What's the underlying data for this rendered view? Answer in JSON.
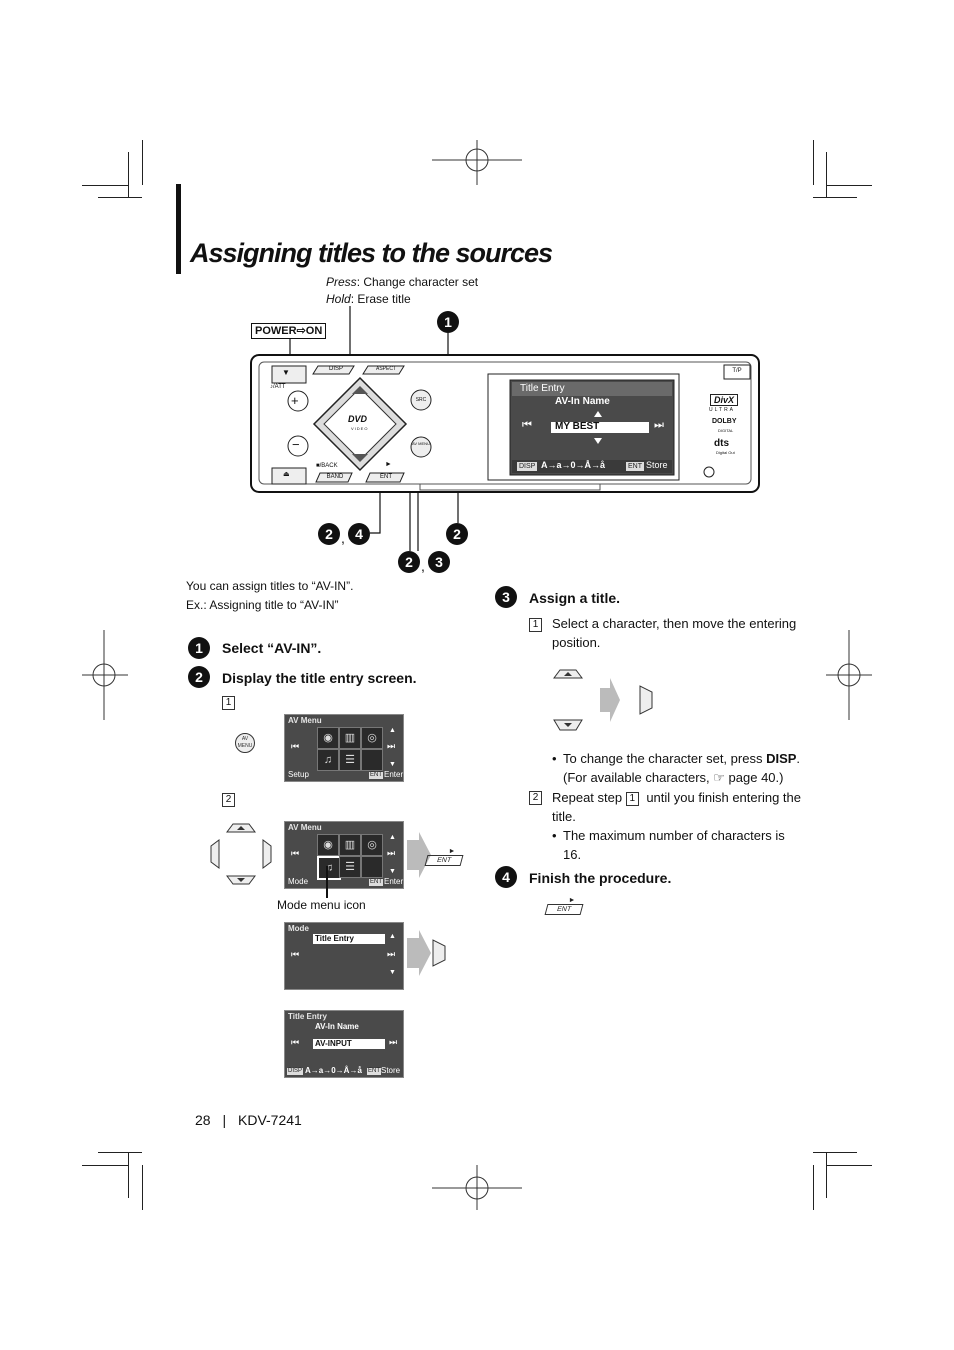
{
  "page": {
    "title": "Assigning titles to the sources",
    "footer_page": "28",
    "footer_sep": "|",
    "footer_model": "KDV-7241"
  },
  "diagram": {
    "press_label": "Press",
    "press_text": ": Change character set",
    "hold_label": "Hold",
    "hold_text": ": Erase title",
    "power_label": "POWER",
    "power_arrow": "⇨",
    "power_on": "ON",
    "callout_1": "1",
    "callout_2a": "2",
    "callout_4": "4",
    "callout_2b": "2",
    "callout_2c": "2",
    "callout_3": "3",
    "comma": ",",
    "unit_buttons": {
      "att": "♪/ATT",
      "disp": "DISP",
      "aspect": "ASPECT",
      "plus": "+",
      "minus": "−",
      "src": "SRC",
      "av_menu": "AV MENU",
      "back": "■/BACK",
      "band": "BAND",
      "ent": "ENT",
      "play": "►",
      "tp": "T/P",
      "dvd_logo": "DVD",
      "dvd_sub": "VIDEO"
    },
    "display": {
      "header": "Title Entry",
      "name_label": "AV-In Name",
      "value": "MY BEST",
      "disp_tag": "DISP",
      "charset": "A→a→0→Å→å",
      "ent_tag": "ENT",
      "store": "Store"
    },
    "logos": {
      "divx": "DivX",
      "divx_sub": "ULTRA",
      "dolby": "DOLBY",
      "dolby_sub": "DIGITAL",
      "dts": "dts",
      "dts_sub": "Digital Out"
    }
  },
  "intro": {
    "line1": "You can assign titles to “AV-IN”.",
    "line2": "Ex.: Assigning title to “AV-IN”"
  },
  "steps": {
    "s1_num": "1",
    "s1_title": "Select “AV-IN”.",
    "s2_num": "2",
    "s2_title": "Display the title entry screen.",
    "s3_num": "3",
    "s3_title": "Assign a title.",
    "s4_num": "4",
    "s4_title": "Finish the procedure.",
    "sub1": "1",
    "sub2": "2"
  },
  "screens": {
    "av_menu_1": {
      "header": "AV Menu",
      "footer_left": "Setup",
      "ent": "ENT",
      "footer_right": "Enter"
    },
    "av_menu_2": {
      "header": "AV Menu",
      "footer_left": "Mode",
      "ent": "ENT",
      "footer_right": "Enter"
    },
    "mode": {
      "header": "Mode",
      "item": "Title Entry"
    },
    "title_entry": {
      "header": "Title Entry",
      "name_label": "AV-In Name",
      "value": "AV-INPUT",
      "disp_tag": "DISP",
      "charset": "A→a→0→Å→å",
      "ent_tag": "ENT",
      "store": "Store"
    },
    "av_menu_button": "AV MENU",
    "ent_button": "ENT",
    "play": "►"
  },
  "mode_menu_icon_label": "Mode menu icon",
  "step3": {
    "item1_a": "Select a character, then move the entering",
    "item1_b": "position.",
    "bullet1_a_pre": "To change the character set, press ",
    "bullet1_a_bold": "DISP",
    "bullet1_a_post": ".",
    "bullet1_b": "(For available characters, ☞ page 40.)",
    "item2_pre": "Repeat step ",
    "item2_ref": "1",
    "item2_post": " until you finish entering the",
    "item2_b": "title.",
    "bullet2_a": "The maximum number of characters is",
    "bullet2_b": "16.",
    "bullet_char": "•"
  }
}
